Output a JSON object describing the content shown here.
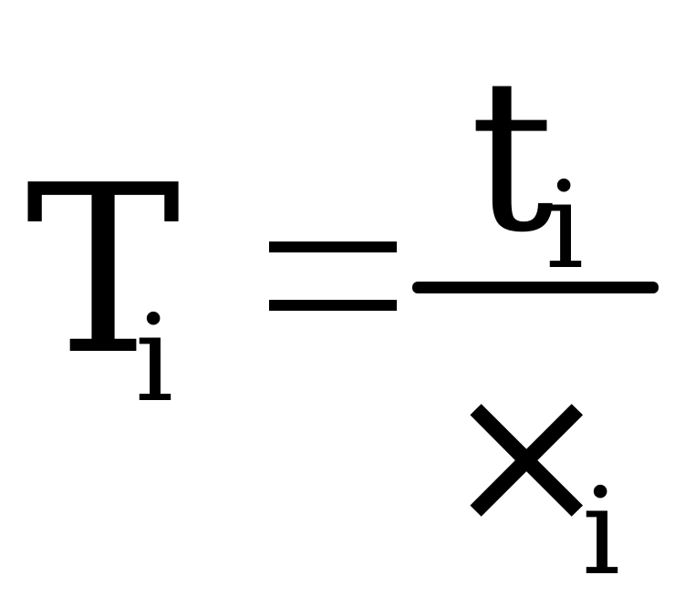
{
  "formula": {
    "lhs": {
      "symbol": "T",
      "subscript": "i"
    },
    "operator": "=",
    "fraction": {
      "numerator": {
        "symbol": "t",
        "subscript": "i"
      },
      "denominator": {
        "symbol": "×",
        "subscript": "i"
      }
    }
  }
}
